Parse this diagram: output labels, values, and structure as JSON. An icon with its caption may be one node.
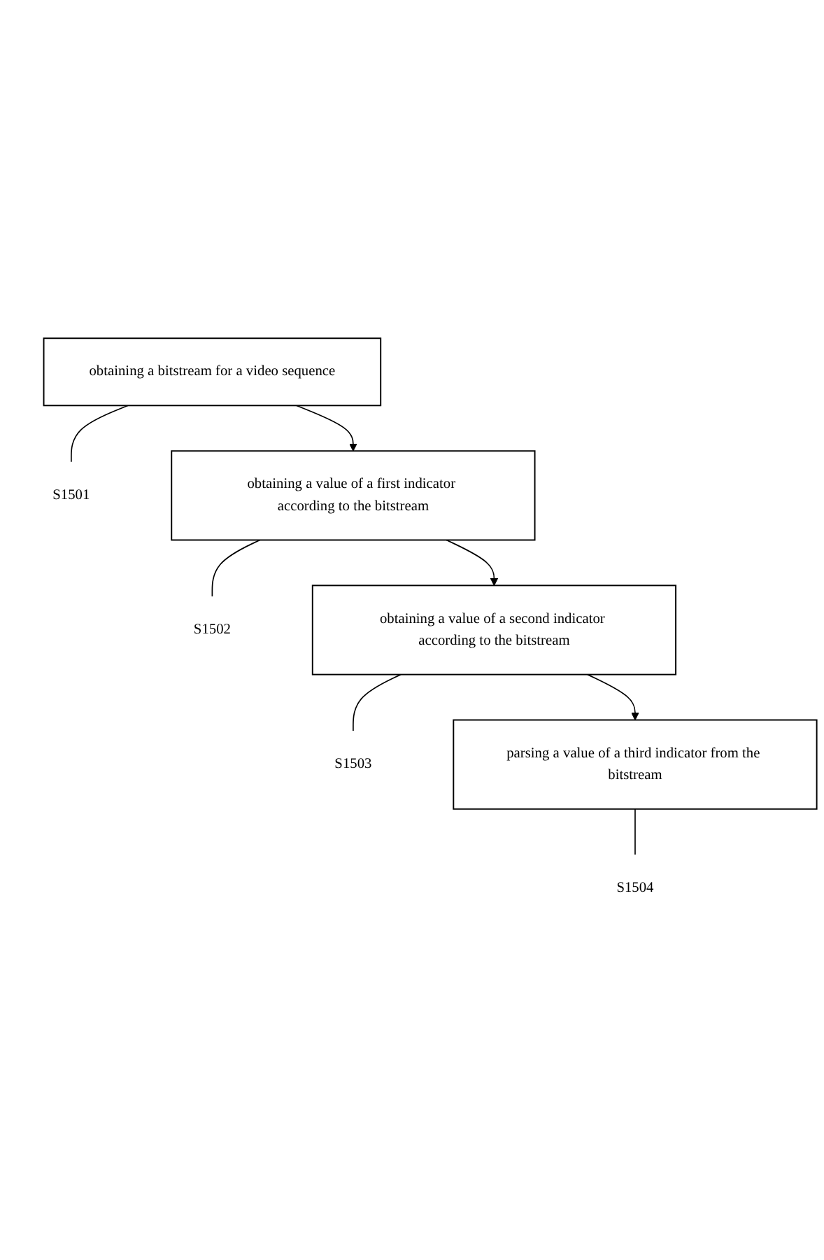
{
  "diagram": {
    "nodes": [
      {
        "text": [
          "obtaining a bitstream for a video sequence"
        ]
      },
      {
        "text": [
          "S1501"
        ]
      },
      {
        "text": [
          "obtaining a value of a first indicator according to the bitstream"
        ]
      },
      {
        "text": [
          "S1502"
        ]
      },
      {
        "text": [
          "obtaining a value of a second indicator according to the bitstream"
        ]
      },
      {
        "text": [
          "S1503"
        ]
      },
      {
        "text": [
          "parsing a value of a third indicator from the bitstream"
        ]
      },
      {
        "text": [
          "S1504"
        ]
      }
    ],
    "edges": [
      {
        "from": 0,
        "to": 1,
        "arrow": "none"
      },
      {
        "from": 0,
        "to": 2,
        "arrow": "to"
      },
      {
        "from": 2,
        "to": 3,
        "arrow": "none"
      },
      {
        "from": 2,
        "to": 4,
        "arrow": "to"
      },
      {
        "from": 4,
        "to": 5,
        "arrow": "none"
      },
      {
        "from": 4,
        "to": 6,
        "arrow": "to"
      },
      {
        "from": 6,
        "to": 7,
        "arrow": "none"
      }
    ]
  }
}
